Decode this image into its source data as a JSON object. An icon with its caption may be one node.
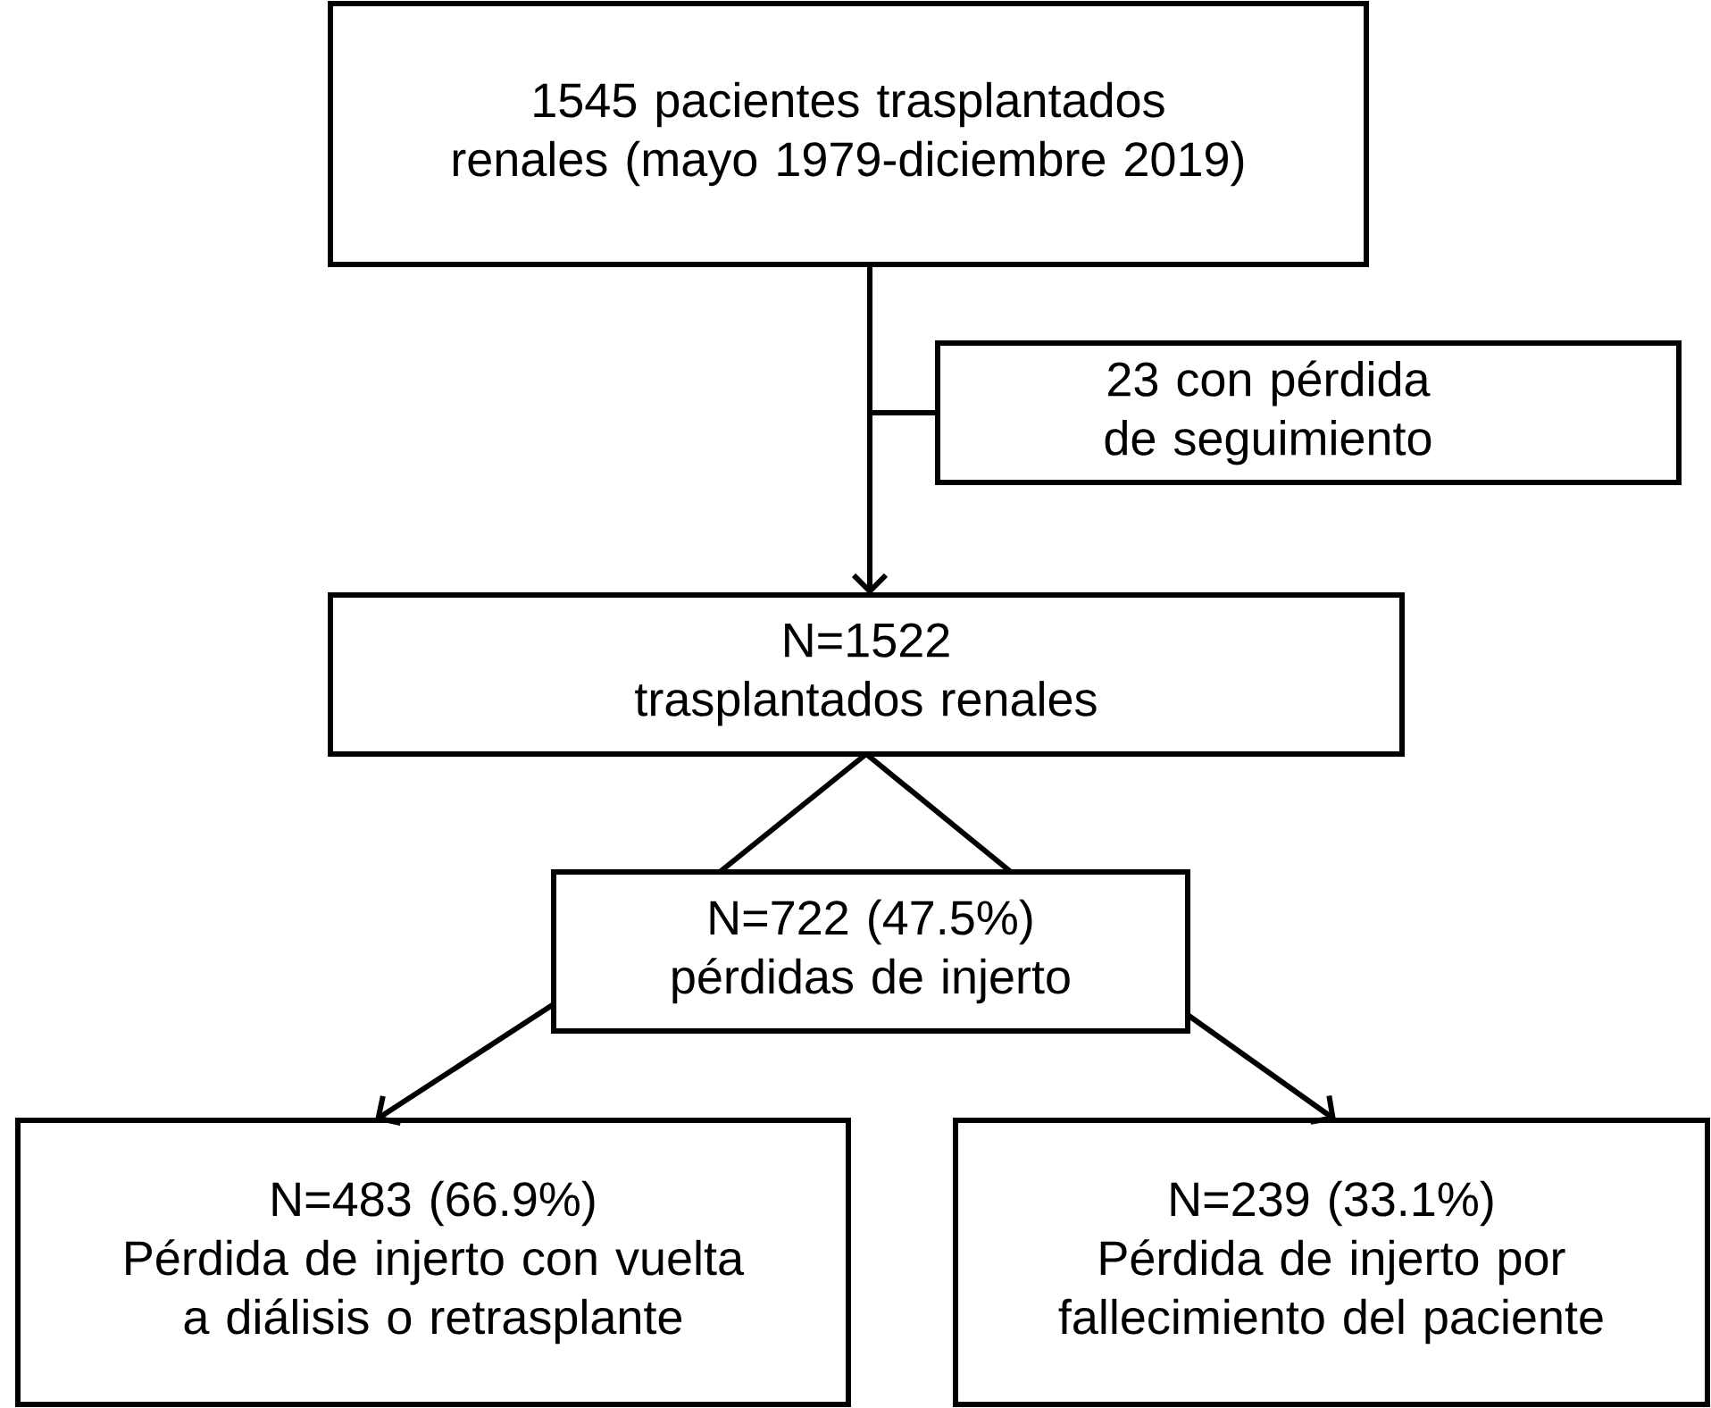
{
  "diagram": {
    "nodes": [
      {
        "text": [
          "1545 pacientes trasplantados renales (mayo 1979-diciembre 2019)"
        ]
      },
      {
        "text": [
          "23 con pérdida de seguimiento"
        ]
      },
      {
        "text": [
          "N=1522",
          "trasplantados renales"
        ]
      },
      {
        "text": [
          "N=722 (47.5%)",
          "pérdidas de injerto"
        ]
      },
      {
        "text": [
          "N=483 (66.9%)",
          "Pérdida de injerto con vuelta a diálisis o retrasplante"
        ]
      },
      {
        "text": [
          "N=239 (33.1%)",
          "Pérdida de injerto por fallecimiento del paciente"
        ]
      }
    ],
    "edges": [
      {
        "from": 0,
        "to": 2,
        "arrow": "to"
      },
      {
        "from": 0,
        "to": 1,
        "arrow": "none"
      },
      {
        "from": 2,
        "to": 3,
        "arrow": "none"
      },
      {
        "from": 3,
        "to": 4,
        "arrow": "to"
      },
      {
        "from": 3,
        "to": 5,
        "arrow": "to"
      }
    ]
  }
}
